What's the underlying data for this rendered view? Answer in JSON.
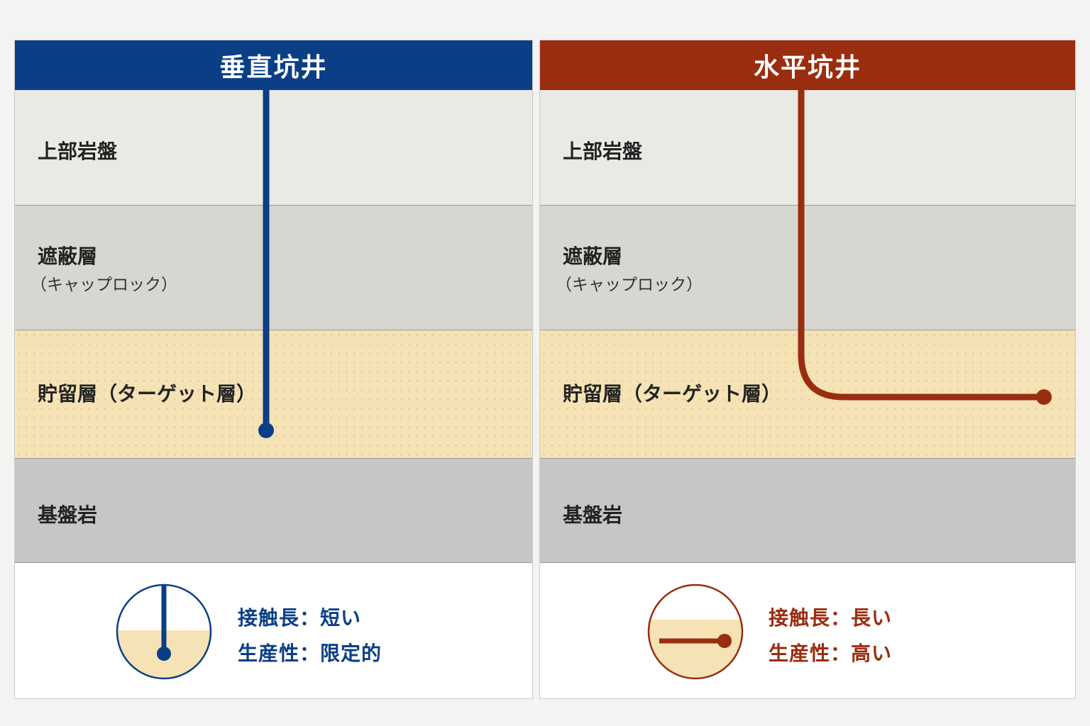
{
  "colors": {
    "vertical": "#0b3f85",
    "horizontal": "#9a2c0f",
    "reservoir": "#f5e2b5"
  },
  "left": {
    "title": "垂直坑井",
    "layers": {
      "upper": "上部岩盤",
      "cap": "遮蔽層",
      "cap_sub": "（キャップロック）",
      "reservoir": "貯留層（ターゲット層）",
      "base": "基盤岩"
    },
    "summary": {
      "contact": "接触長：短い",
      "productivity": "生産性：限定的"
    }
  },
  "right": {
    "title": "水平坑井",
    "layers": {
      "upper": "上部岩盤",
      "cap": "遮蔽層",
      "cap_sub": "（キャップロック）",
      "reservoir": "貯留層（ターゲット層）",
      "base": "基盤岩"
    },
    "summary": {
      "contact": "接触長：長い",
      "productivity": "生産性：高い"
    }
  }
}
